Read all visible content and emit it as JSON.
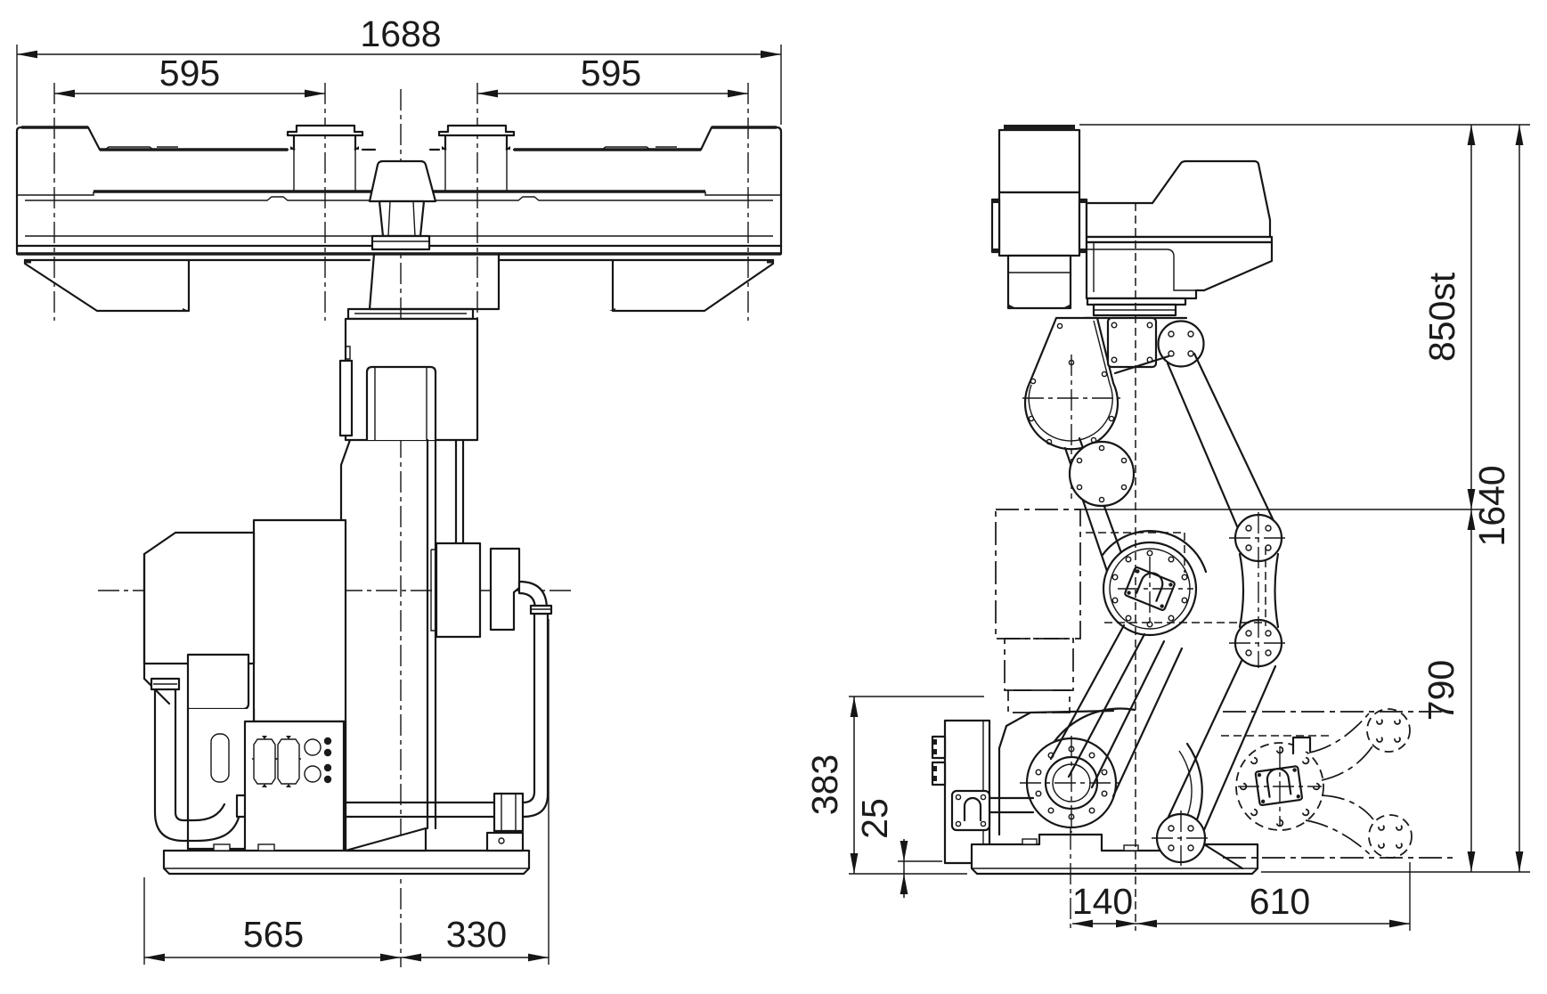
{
  "page": {
    "background": "#ffffff",
    "ink": "#1b1b1b",
    "kind": "technical dimension drawing, two orthographic views of an industrial link-arm robot"
  },
  "views": {
    "front": {
      "name": "front-view"
    },
    "side": {
      "name": "side-view"
    }
  },
  "dimensions": {
    "overall_width": {
      "label": "1688",
      "view": "front",
      "orientation": "horizontal"
    },
    "span_left": {
      "label": "595",
      "view": "front",
      "orientation": "horizontal"
    },
    "span_right": {
      "label": "595",
      "view": "front",
      "orientation": "horizontal"
    },
    "base_left": {
      "label": "565",
      "view": "front",
      "orientation": "horizontal"
    },
    "base_right": {
      "label": "330",
      "view": "front",
      "orientation": "horizontal"
    },
    "stroke": {
      "label": "850st",
      "view": "side",
      "orientation": "vertical"
    },
    "overall_height": {
      "label": "1640",
      "view": "side",
      "orientation": "vertical"
    },
    "lower_height": {
      "label": "790",
      "view": "side",
      "orientation": "vertical"
    },
    "rear_height": {
      "label": "383",
      "view": "side",
      "orientation": "vertical"
    },
    "base_plate": {
      "label": "25",
      "view": "side",
      "orientation": "vertical"
    },
    "crank_offset": {
      "label": "140",
      "view": "side",
      "orientation": "horizontal"
    },
    "reach": {
      "label": "610",
      "view": "side",
      "orientation": "horizontal"
    }
  }
}
